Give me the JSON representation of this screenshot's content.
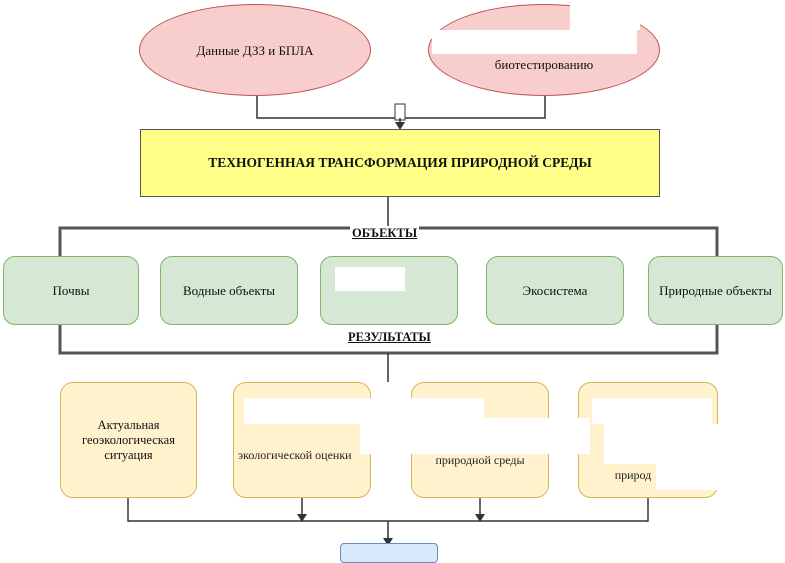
{
  "sources": {
    "left": "Данные ДЗЗ и БПЛА",
    "right": "биотестированию"
  },
  "main_box": "ТЕХНОГЕННАЯ ТРАНСФОРМАЦИЯ ПРИРОДНОЙ СРЕДЫ",
  "objects_label": "ОБЪЕКТЫ",
  "results_label": "РЕЗУЛЬТАТЫ",
  "objects": [
    "Почвы",
    "Водные объекты",
    "",
    "Экосистема",
    "Природные объекты"
  ],
  "results": [
    "Актуальная геоэкологическая ситуация",
    "экологической оценки",
    "природной среды",
    "природ"
  ]
}
